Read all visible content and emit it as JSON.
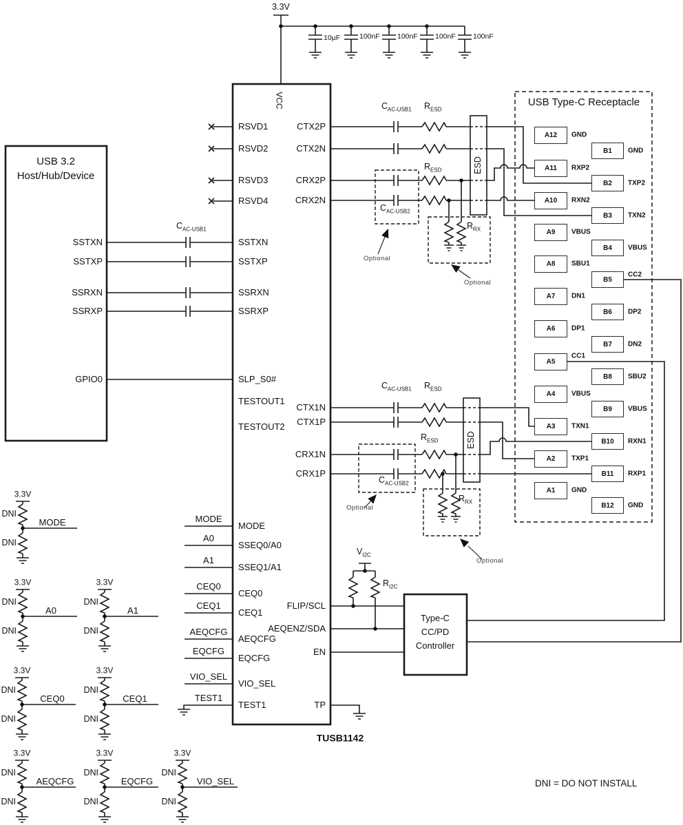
{
  "colors": {
    "line": "#1a1a1a",
    "text": "#111111"
  },
  "power": {
    "rail_label": "3.3V",
    "cap_values": [
      "10µF",
      "100nF",
      "100nF",
      "100nF",
      "100nF"
    ]
  },
  "chip": {
    "name": "TUSB1142",
    "vcc": "VCC",
    "left_pins": [
      "RSVD1",
      "RSVD2",
      "RSVD3",
      "RSVD4",
      "SSTXN",
      "SSTXP",
      "SSRXN",
      "SSRXP",
      "SLP_S0#",
      "TESTOUT1",
      "TESTOUT2",
      "MODE",
      "SSEQ0/A0",
      "SSEQ1/A1",
      "CEQ0",
      "CEQ1",
      "AEQCFG",
      "EQCFG",
      "VIO_SEL",
      "TEST1"
    ],
    "right_pins": [
      "CTX2P",
      "CTX2N",
      "CRX2P",
      "CRX2N",
      "CTX1N",
      "CTX1P",
      "CRX1N",
      "CRX1P",
      "FLIP/SCL",
      "AEQENZ/SDA",
      "EN",
      "TP"
    ]
  },
  "host": {
    "title_line1": "USB 3.2",
    "title_line2": "Host/Hub/Device",
    "pins": [
      "SSTXN",
      "SSTXP",
      "SSRXN",
      "SSRXP",
      "GPIO0"
    ]
  },
  "controller": {
    "line1": "Type-C",
    "line2": "CC/PD",
    "line3": "Controller"
  },
  "receptacle": {
    "title": "USB Type-C Receptacle",
    "pins_a": [
      {
        "id": "A12",
        "net": "GND"
      },
      {
        "id": "A11",
        "net": "RXP2"
      },
      {
        "id": "A10",
        "net": "RXN2"
      },
      {
        "id": "A9",
        "net": "VBUS"
      },
      {
        "id": "A8",
        "net": "SBU1"
      },
      {
        "id": "A7",
        "net": "DN1"
      },
      {
        "id": "A6",
        "net": "DP1"
      },
      {
        "id": "A5",
        "net": "CC1"
      },
      {
        "id": "A4",
        "net": "VBUS"
      },
      {
        "id": "A3",
        "net": "TXN1"
      },
      {
        "id": "A2",
        "net": "TXP1"
      },
      {
        "id": "A1",
        "net": "GND"
      }
    ],
    "pins_b": [
      {
        "id": "B1",
        "net": "GND"
      },
      {
        "id": "B2",
        "net": "TXP2"
      },
      {
        "id": "B3",
        "net": "TXN2"
      },
      {
        "id": "B4",
        "net": "VBUS"
      },
      {
        "id": "B5",
        "net": "CC2"
      },
      {
        "id": "B6",
        "net": "DP2"
      },
      {
        "id": "B7",
        "net": "DN2"
      },
      {
        "id": "B8",
        "net": "SBU2"
      },
      {
        "id": "B9",
        "net": "VBUS"
      },
      {
        "id": "B10",
        "net": "RXN1"
      },
      {
        "id": "B11",
        "net": "RXP1"
      },
      {
        "id": "B12",
        "net": "GND"
      }
    ]
  },
  "stubs": {
    "labels": [
      "MODE",
      "A0",
      "A1",
      "CEQ0",
      "CEQ1",
      "AEQCFG",
      "EQCFG",
      "VIO_SEL",
      "TEST1"
    ]
  },
  "dni_networks": [
    {
      "net": "MODE"
    },
    {
      "net": "A0"
    },
    {
      "net": "A1"
    },
    {
      "net": "CEQ0"
    },
    {
      "net": "CEQ1"
    },
    {
      "net": "AEQCFG"
    },
    {
      "net": "EQCFG"
    },
    {
      "net": "VIO_SEL"
    }
  ],
  "components": {
    "c_ac_usb1": {
      "main": "C",
      "sub": "AC-USB1"
    },
    "c_ac_usb2": {
      "main": "C",
      "sub": "AC-USB2"
    },
    "r_esd": {
      "main": "R",
      "sub": "ESD"
    },
    "r_rx": {
      "main": "R",
      "sub": "RX"
    },
    "v_i2c": {
      "main": "V",
      "sub": "I2C"
    },
    "r_i2c": {
      "main": "R",
      "sub": "I2C"
    }
  },
  "labels": {
    "optional": "Optional",
    "dni": "DNI",
    "v33": "3.3V",
    "esd": "ESD",
    "note": "DNI = DO NOT INSTALL"
  }
}
